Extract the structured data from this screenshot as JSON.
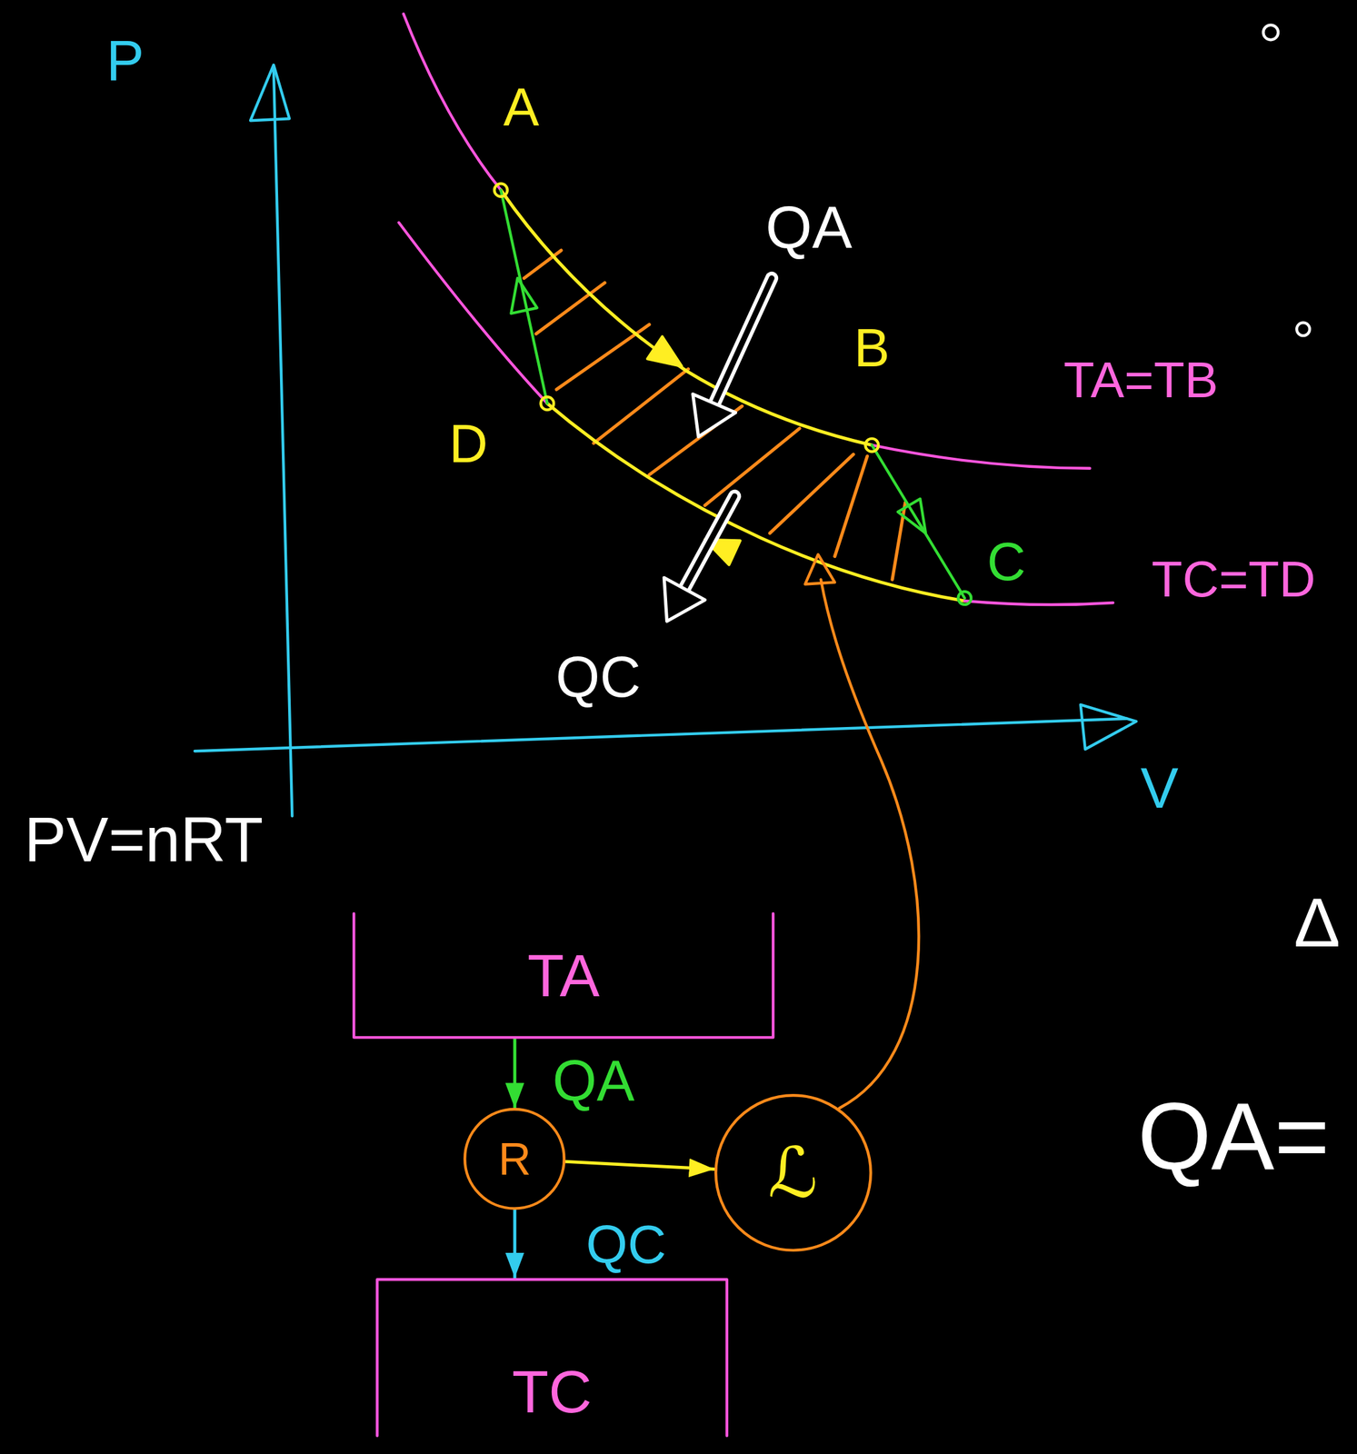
{
  "diagram": {
    "nodes": [
      {
        "text": [
          "TA"
        ]
      },
      {
        "text": [
          "R"
        ]
      },
      {
        "text": [
          "ℒ"
        ]
      },
      {
        "text": [
          "TC"
        ]
      }
    ],
    "edges": [
      {
        "from": 0,
        "to": 1,
        "arrow": "to",
        "label": "QA"
      },
      {
        "from": 1,
        "to": 2,
        "arrow": "to"
      },
      {
        "from": 1,
        "to": 3,
        "arrow": "to",
        "label": "QC"
      }
    ],
    "labels": [
      "P",
      "V",
      "A",
      "B",
      "C",
      "D",
      "QA",
      "QC",
      "TA=TB",
      "TC=TD",
      "PV=nRT",
      "Δ",
      "QA="
    ]
  }
}
